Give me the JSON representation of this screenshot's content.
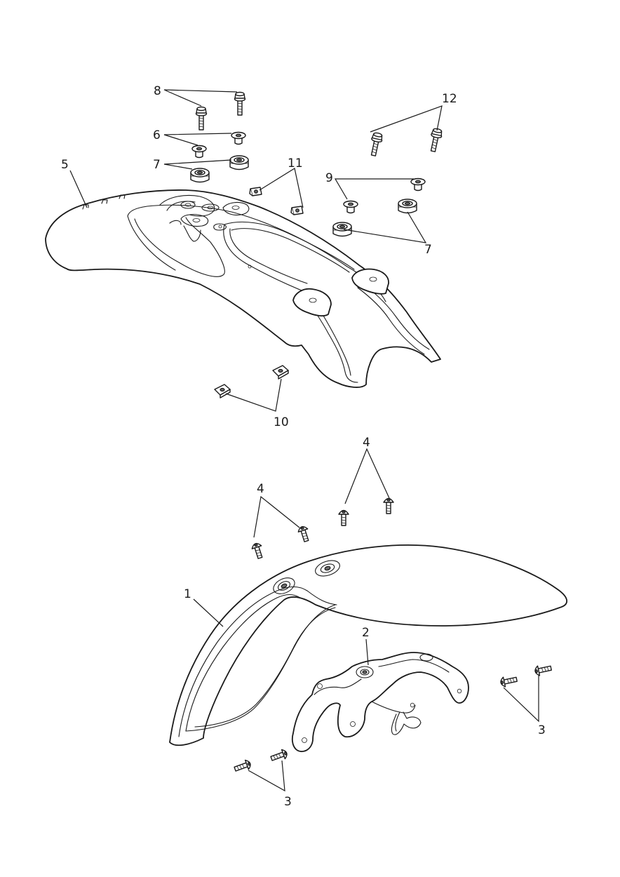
{
  "callouts": {
    "c1": "1",
    "c2": "2",
    "c3a": "3",
    "c3b": "3",
    "c4a": "4",
    "c4b": "4",
    "c5": "5",
    "c6": "6",
    "c7a": "7",
    "c7b": "7",
    "c8": "8",
    "c9": "9",
    "c10": "10",
    "c11": "11",
    "c12": "12"
  },
  "colors": {
    "line": "#1a1a1a",
    "background": "#ffffff",
    "shade": "#6a6a6a"
  }
}
